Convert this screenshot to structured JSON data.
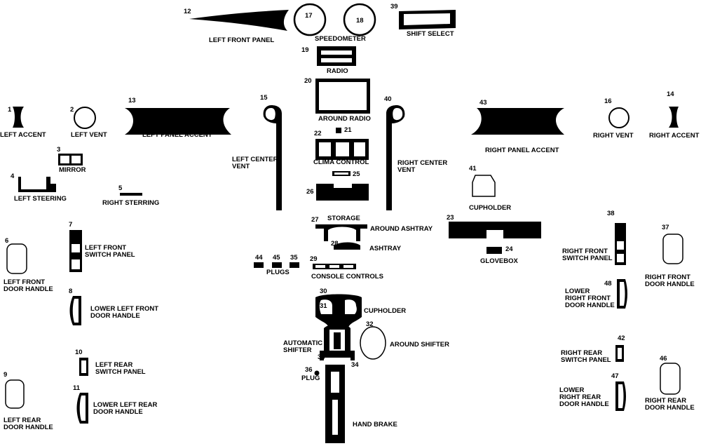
{
  "parts": [
    {
      "num": "12",
      "label": "LEFT FRONT PANEL"
    },
    {
      "num": "17",
      "label": ""
    },
    {
      "num": "18",
      "label": ""
    },
    {
      "num": "",
      "label": "SPEEDOMETER"
    },
    {
      "num": "39",
      "label": "SHIFT SELECT"
    },
    {
      "num": "19",
      "label": "RADIO"
    },
    {
      "num": "20",
      "label": "AROUND RADIO"
    },
    {
      "num": "1",
      "label": "LEFT ACCENT"
    },
    {
      "num": "2",
      "label": "LEFT VENT"
    },
    {
      "num": "13",
      "label": "LEFT PANEL ACCENT"
    },
    {
      "num": "15",
      "label": "LEFT CENTER\nVENT"
    },
    {
      "num": "40",
      "label": "RIGHT CENTER\nVENT"
    },
    {
      "num": "43",
      "label": "RIGHT PANEL ACCENT"
    },
    {
      "num": "16",
      "label": "RIGHT VENT"
    },
    {
      "num": "14",
      "label": "RIGHT ACCENT"
    },
    {
      "num": "21",
      "label": ""
    },
    {
      "num": "22",
      "label": "CLIMA CONTROL"
    },
    {
      "num": "25",
      "label": ""
    },
    {
      "num": "26",
      "label": ""
    },
    {
      "num": "3",
      "label": "MIRROR"
    },
    {
      "num": "4",
      "label": "LEFT STEERING"
    },
    {
      "num": "5",
      "label": "RIGHT STERRING"
    },
    {
      "num": "41",
      "label": "CUPHOLDER"
    },
    {
      "num": "27",
      "label": "STORAGE"
    },
    {
      "num": "",
      "label": "AROUND ASHTRAY"
    },
    {
      "num": "28",
      "label": "ASHTRAY"
    },
    {
      "num": "23",
      "label": ""
    },
    {
      "num": "24",
      "label": "GLOVEBOX"
    },
    {
      "num": "7",
      "label": "LEFT FRONT\nSWITCH PANEL"
    },
    {
      "num": "6",
      "label": "LEFT FRONT\nDOOR HANDLE"
    },
    {
      "num": "44",
      "label": ""
    },
    {
      "num": "45",
      "label": ""
    },
    {
      "num": "35",
      "label": ""
    },
    {
      "num": "",
      "label": "PLUGS"
    },
    {
      "num": "29",
      "label": "CONSOLE CONTROLS"
    },
    {
      "num": "38",
      "label": "RIGHT FRONT\nSWITCH PANEL"
    },
    {
      "num": "37",
      "label": "RIGHT FRONT\nDOOR HANDLE"
    },
    {
      "num": "8",
      "label": "LOWER LEFT FRONT\nDOOR HANDLE"
    },
    {
      "num": "30",
      "label": ""
    },
    {
      "num": "31",
      "label": ""
    },
    {
      "num": "",
      "label": "CUPHOLDER"
    },
    {
      "num": "48",
      "label": "LOWER\nRIGHT FRONT\nDOOR HANDLE"
    },
    {
      "num": "32",
      "label": "AROUND SHIFTER"
    },
    {
      "num": "",
      "label": "AUTOMATIC\nSHIFTER"
    },
    {
      "num": "33",
      "label": ""
    },
    {
      "num": "34",
      "label": ""
    },
    {
      "num": "10",
      "label": "LEFT REAR\nSWITCH PANEL"
    },
    {
      "num": "42",
      "label": "RIGHT REAR\nSWITCH PANEL"
    },
    {
      "num": "36",
      "label": "PLUG"
    },
    {
      "num": "11",
      "label": "LOWER LEFT REAR\nDOOR HANDLE"
    },
    {
      "num": "9",
      "label": "LEFT REAR\nDOOR HANDLE"
    },
    {
      "num": "47",
      "label": "LOWER\nRIGHT REAR\nDOOR HANDLE"
    },
    {
      "num": "46",
      "label": "RIGHT REAR\nDOOR HANDLE"
    },
    {
      "num": "",
      "label": "HAND BRAKE"
    }
  ]
}
